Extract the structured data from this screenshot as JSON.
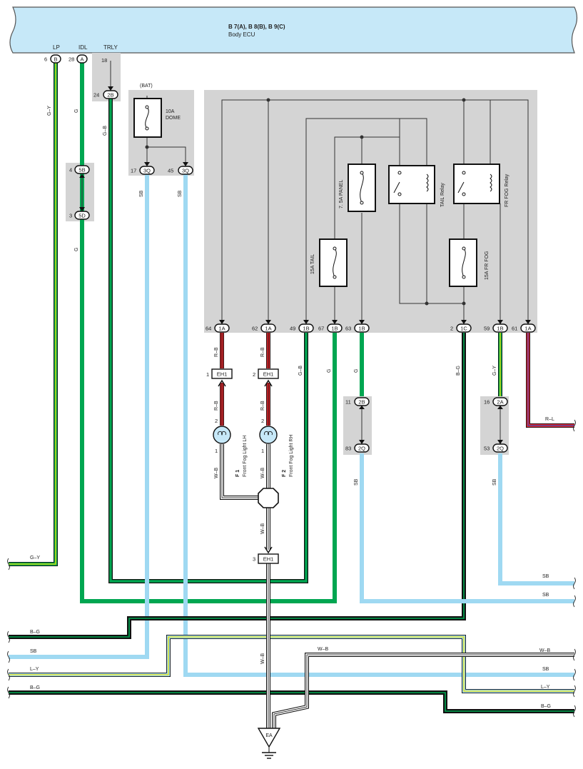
{
  "ecu": {
    "code": "B 7(A), B 8(B), B 9(C)",
    "name": "Body ECU",
    "pins": {
      "lp": "LP",
      "idl": "IDL",
      "trly": "TRLY"
    }
  },
  "pin_numbers": {
    "p6": "6",
    "p28": "28",
    "p18": "18",
    "p24": "24",
    "p4": "4",
    "p3": "3",
    "p17": "17",
    "p45": "45",
    "p64": "64",
    "p62": "62",
    "p49": "49",
    "p67": "67",
    "p63": "63",
    "p2": "2",
    "p59": "59",
    "p61": "61",
    "p1": "1",
    "p2b": "2",
    "p11": "11",
    "p83": "83",
    "p16": "16",
    "p53": "53",
    "p3eh": "3",
    "lamp_lh_top": "2",
    "lamp_lh_bot": "1",
    "lamp_rh_top": "2",
    "lamp_rh_bot": "1"
  },
  "connectors": {
    "b": "B",
    "a": "A",
    "c2b": "2B",
    "c5b": "5B",
    "c5d": "5D",
    "c3q1": "3Q",
    "c3q2": "3Q",
    "c1a1": "1A",
    "c1a2": "1A",
    "c1b1": "1B",
    "c1b2": "1B",
    "c1b3": "1B",
    "c1c": "1C",
    "c1b4": "1B",
    "c1a3": "1A",
    "eh1a": "EH1",
    "eh1b": "EH1",
    "eh1c": "EH1",
    "c2b2": "2B",
    "c2q1": "2Q",
    "c2a": "2A",
    "c2q2": "2Q",
    "ea": "EA"
  },
  "fuses": {
    "bat": "(BAT)",
    "dome_amp": "10A",
    "dome_name": "DOME",
    "panel": "7. 5A PANEL",
    "tail": "15A TAIL",
    "frfog": "15A FR FOG"
  },
  "relays": {
    "tail": "TAIL Relay",
    "frfog": "FR FOG Relay"
  },
  "lamps": {
    "lh_code": "F 1",
    "lh_name": "Front Fog Light LH",
    "rh_code": "F 2",
    "rh_name": "Front Fog Light RH"
  },
  "wires": {
    "gy": "G–Y",
    "g": "G",
    "gb": "G–B",
    "sb": "SB",
    "rb": "R–B",
    "wb": "W–B",
    "bg": "B–G",
    "rl": "R–L",
    "ly": "L–Y"
  },
  "colors": {
    "ecu_fill": "#c6e8f8",
    "panel_gray": "#d4d4d4",
    "green": "#00a651",
    "sky": "#9fd9f2",
    "red": "#e0262b",
    "yellow": "#f2e600",
    "black": "#111111"
  }
}
